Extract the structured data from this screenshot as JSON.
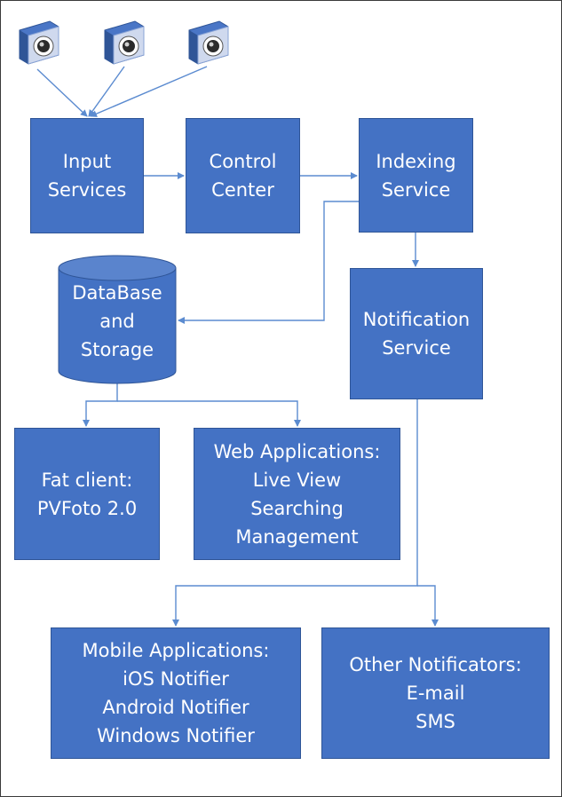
{
  "colors": {
    "box_fill": "#4472c4",
    "box_border": "#2f5597",
    "line": "#5b8bd0",
    "text": "#ffffff"
  },
  "icons": [
    "camera-icon",
    "camera-icon",
    "camera-icon"
  ],
  "nodes": {
    "input_services": [
      "Input",
      "Services"
    ],
    "control_center": [
      "Control",
      "Center"
    ],
    "indexing_service": [
      "Indexing",
      "Service"
    ],
    "database_storage": [
      "DataBase",
      "and",
      "Storage"
    ],
    "notification_service": [
      "Notification",
      "Service"
    ],
    "fat_client": [
      "Fat client:",
      "PVFoto 2.0"
    ],
    "web_applications": [
      "Web Applications:",
      "Live View",
      "Searching",
      "Management"
    ],
    "mobile_applications": [
      "Mobile Applications:",
      "iOS Notifier",
      "Android Notifier",
      "Windows Notifier"
    ],
    "other_notificators": [
      "Other Notificators:",
      "E-mail",
      "SMS"
    ]
  }
}
